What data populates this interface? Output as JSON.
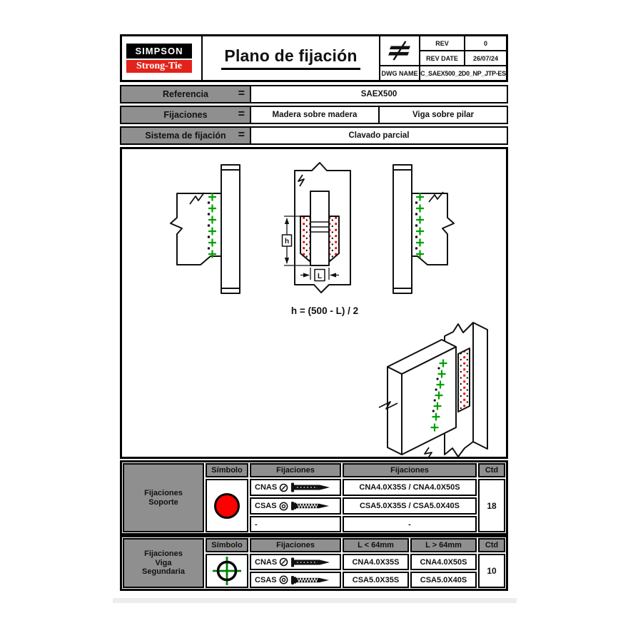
{
  "header": {
    "logo_top": "SIMPSON",
    "logo_bottom": "Strong-Tie",
    "title": "Plano de fijación",
    "rev_label": "REV",
    "rev_value": "0",
    "rev_date_label": "REV DATE",
    "rev_date_value": "26/07/24",
    "dwg_label": "DWG NAME",
    "dwg_value": "C_SAEX500_2D0_NP_JTP-ES"
  },
  "reference": {
    "eq": "=",
    "referencia_label": "Referencia",
    "referencia_value": "SAEX500",
    "fijaciones_label": "Fijaciones",
    "fijaciones_value_1": "Madera sobre madera",
    "fijaciones_value_2": "Viga sobre pilar",
    "sistema_label": "Sistema de fijación",
    "sistema_value": "Clavado parcial"
  },
  "drawing": {
    "formula": "h = (500 - L) / 2",
    "dim_h": "h",
    "dim_l": "L",
    "colors": {
      "fastener_green": "#00A000",
      "nail_red": "#FF0000",
      "logo_red": "#E2231A",
      "header_gray": "#8F8F8F"
    }
  },
  "support_table": {
    "label_lines": [
      "Fijaciones",
      "Soporte"
    ],
    "col_simbolo": "Símbolo",
    "col_fijaciones": "Fijaciones",
    "col_fijaciones2": "Fijaciones",
    "col_ctd": "Ctd",
    "rows": [
      {
        "code": "CNAS",
        "value": "CNA4.0X35S / CNA4.0X50S"
      },
      {
        "code": "CSAS",
        "value": "CSA5.0X35S / CSA5.0X40S"
      },
      {
        "code": "-",
        "value": "-"
      }
    ],
    "qty": "18"
  },
  "secondary_table": {
    "label_lines": [
      "Fijaciones",
      "Viga",
      "Segundaria"
    ],
    "col_simbolo": "Símbolo",
    "col_fijaciones": "Fijaciones",
    "col_l_short": "L < 64mm",
    "col_l_long": "L > 64mm",
    "col_ctd": "Ctd",
    "rows": [
      {
        "code": "CNAS",
        "short": "CNA4.0X35S",
        "long": "CNA4.0X50S"
      },
      {
        "code": "CSAS",
        "short": "CSA5.0X35S",
        "long": "CSA5.0X40S"
      }
    ],
    "qty": "10"
  }
}
